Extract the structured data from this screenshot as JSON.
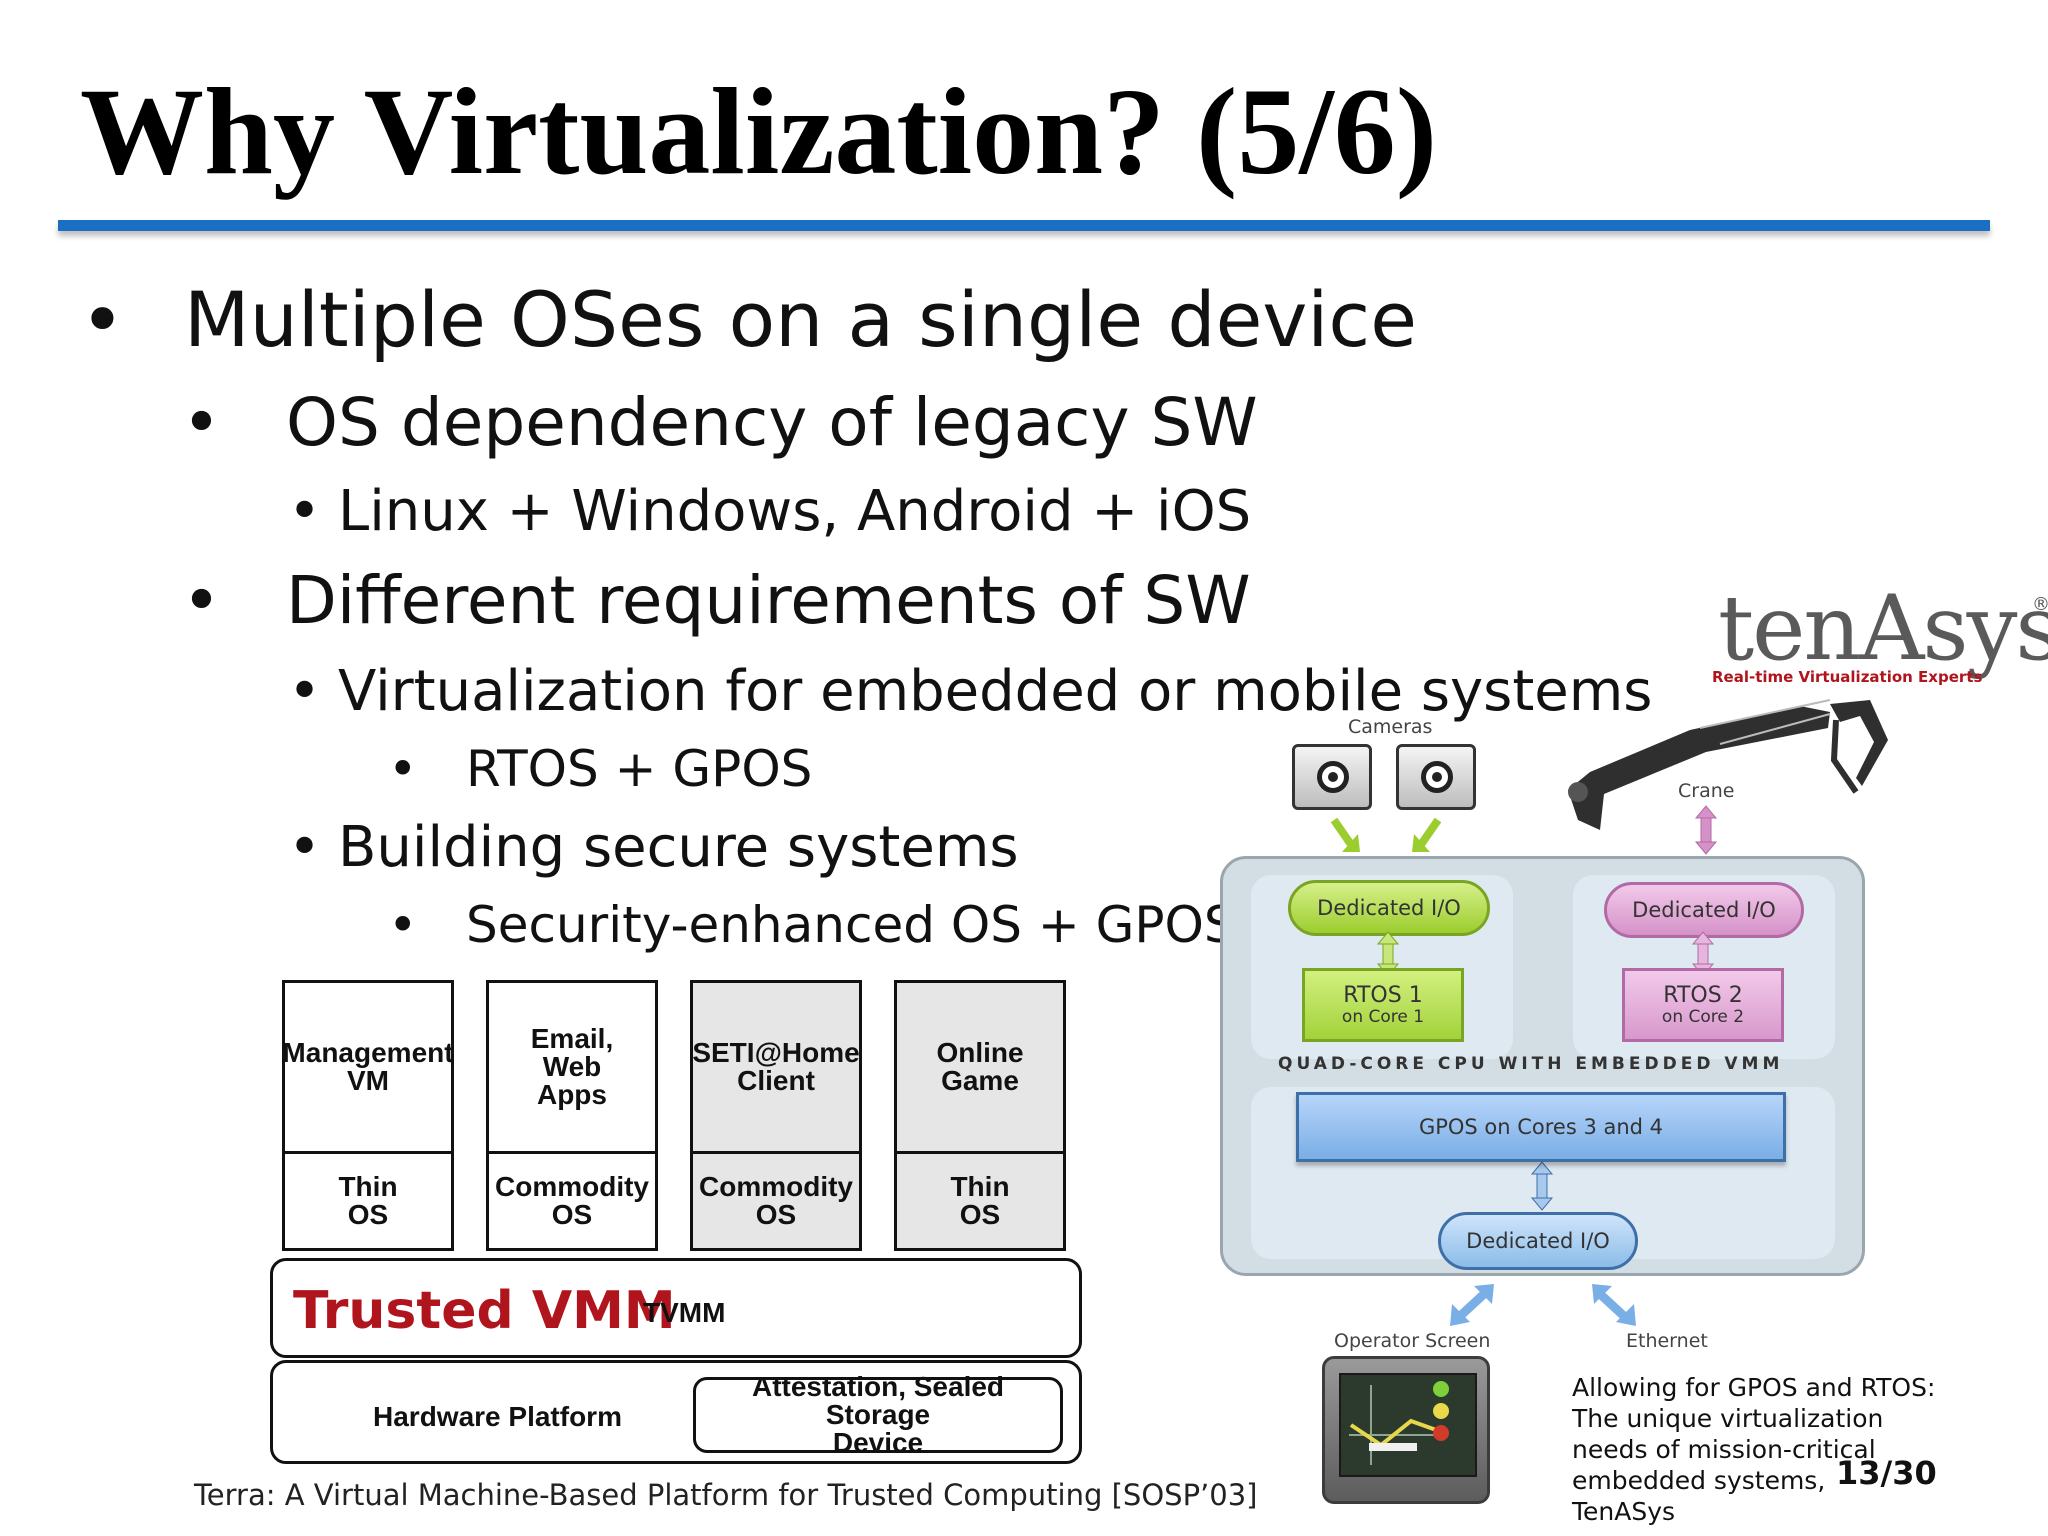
{
  "title": "Why Virtualization? (5/6)",
  "bullets": {
    "b1": "Multiple OSes on a single device",
    "b1_1": "OS dependency of legacy SW",
    "b1_1_1": "Linux + Windows, Android + iOS",
    "b1_2": "Different requirements of SW",
    "b1_2_1": "Virtualization for embedded or mobile systems",
    "b1_2_1_1": "RTOS + GPOS",
    "b1_2_2": "Building secure systems",
    "b1_2_2_1": "Security-enhanced OS + GPOS",
    "bullet_char": "•"
  },
  "terra": {
    "vms": [
      {
        "top": "Management VM",
        "top_lines": [
          "Management",
          "VM"
        ],
        "bottom_lines": [
          "Thin",
          "OS"
        ]
      },
      {
        "top_lines": [
          "Email,",
          "Web",
          "Apps"
        ],
        "bottom_lines": [
          "Commodity",
          "OS"
        ]
      },
      {
        "top_lines": [
          "SETI@Home",
          "Client"
        ],
        "bottom_lines": [
          "Commodity",
          "OS"
        ]
      },
      {
        "top_lines": [
          "Online",
          "Game"
        ],
        "bottom_lines": [
          "Thin",
          "OS"
        ]
      }
    ],
    "tvmm_label": "Trusted VMM",
    "tvmm_abbr": "TVMM",
    "hardware_label": "Hardware Platform",
    "attestation_line1": "Attestation, Sealed Storage",
    "attestation_line2": "Device",
    "caption": "Terra: A Virtual Machine-Based Platform for Trusted Computing [SOSP’03]"
  },
  "tenasys": {
    "logo": "tenAsys",
    "registered": "®",
    "tagline": "Real-time Virtualization Experts",
    "cameras_label": "Cameras",
    "crane_label": "Crane",
    "dedicated_io_left": "Dedicated I/O",
    "dedicated_io_right": "Dedicated I/O",
    "rtos1_name": "RTOS 1",
    "rtos1_core": "on Core 1",
    "rtos2_name": "RTOS 2",
    "rtos2_core": "on Core 2",
    "cpu_label": "QUAD-CORE CPU WITH EMBEDDED VMM",
    "gpos_label": "GPOS on Cores 3 and 4",
    "dedicated_io_bottom": "Dedicated I/O",
    "operator_screen_label": "Operator Screen",
    "ethernet_label": "Ethernet",
    "colors": {
      "green": "#9ccd2e",
      "purple": "#d592c8",
      "blue": "#7aaee6",
      "brand_red": "#b0141c"
    }
  },
  "side_caption": {
    "line1": "Allowing for GPOS and RTOS:",
    "line2": "The unique virtualization",
    "line3": "needs of mission-critical",
    "line4": "embedded systems,",
    "line5": "TenASys"
  },
  "page_number": "13/30",
  "colors": {
    "title_rule": "#1a6fc4",
    "tvmm_red": "#b0141c"
  }
}
